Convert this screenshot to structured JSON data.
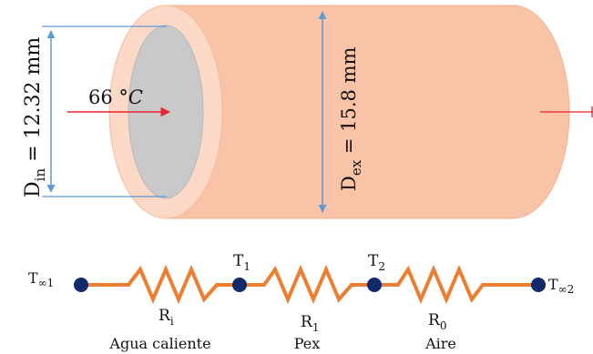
{
  "pipe": {
    "inner_temp": {
      "value": "66 °",
      "unit": "C"
    },
    "inner_diameter": {
      "sym": "D",
      "sub": "in",
      "rest": " = 12.32 mm"
    },
    "outer_diameter": {
      "sym": "D",
      "sub": "ex",
      "rest": " = 15.8 mm"
    }
  },
  "circuit": {
    "nodes": [
      {
        "sym": "T",
        "sub": "∞1"
      },
      {
        "sym": "T",
        "sub": "1"
      },
      {
        "sym": "T",
        "sub": "2"
      },
      {
        "sym": "T",
        "sub": "∞2"
      }
    ],
    "resistors": [
      {
        "sym": "R",
        "sub": "i",
        "caption": "Agua caliente"
      },
      {
        "sym": "R",
        "sub": "1",
        "caption": "Pex"
      },
      {
        "sym": "R",
        "sub": "0",
        "caption": "Aire"
      }
    ]
  },
  "colors": {
    "pipe_body": "#f8c3a6",
    "pipe_end": "#fbd9c6",
    "bore": "#c9c9c9",
    "dimension_line": "#5b9bd5",
    "flow_arrow": "#e8232d",
    "wire": "#ed7d31",
    "node": "#102a6b"
  }
}
